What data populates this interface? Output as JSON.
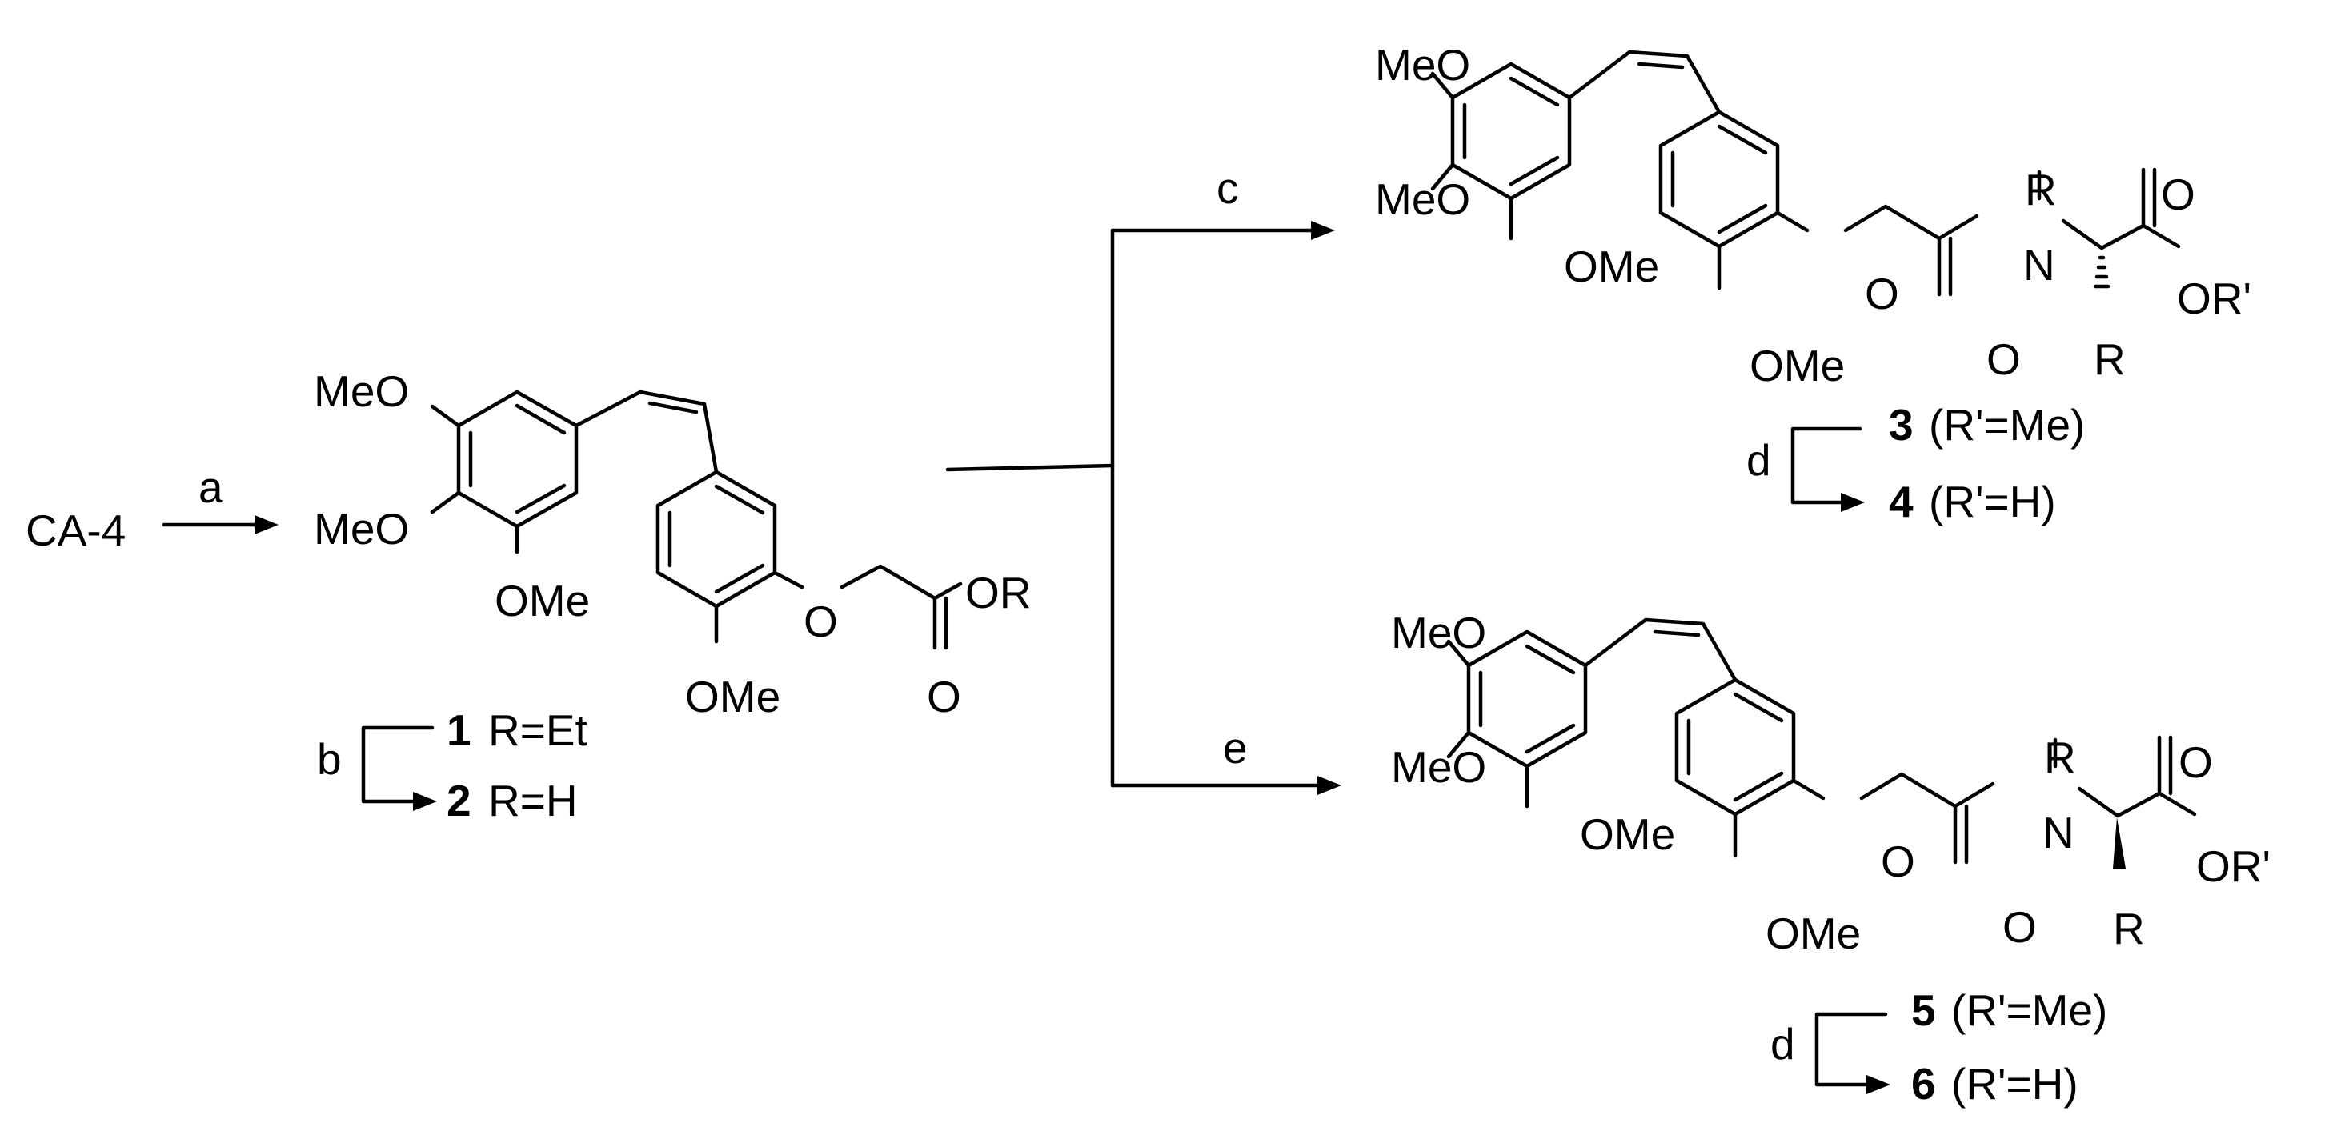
{
  "start_material": "CA-4",
  "substituents": {
    "methoxy_prefix": "MeO",
    "methoxy_suffix": "OMe",
    "ether_oxygen": "O",
    "carbonyl_oxygen": "O",
    "ester_or": "OR",
    "ester_or_prime": "OR'",
    "nitrogen": "N",
    "r_group": "R"
  },
  "reagents": {
    "a": "a",
    "b": "b",
    "c": "c",
    "d": "d",
    "e": "e"
  },
  "compounds": [
    {
      "number": "1",
      "label": "R=Et"
    },
    {
      "number": "2",
      "label": "R=H"
    },
    {
      "number": "3",
      "label": "(R'=Me)"
    },
    {
      "number": "4",
      "label": "(R'=H)"
    },
    {
      "number": "5",
      "label": "(R'=Me)"
    },
    {
      "number": "6",
      "label": "(R'=H)"
    }
  ],
  "colors": {
    "ink": "#000000",
    "background": "#ffffff"
  }
}
